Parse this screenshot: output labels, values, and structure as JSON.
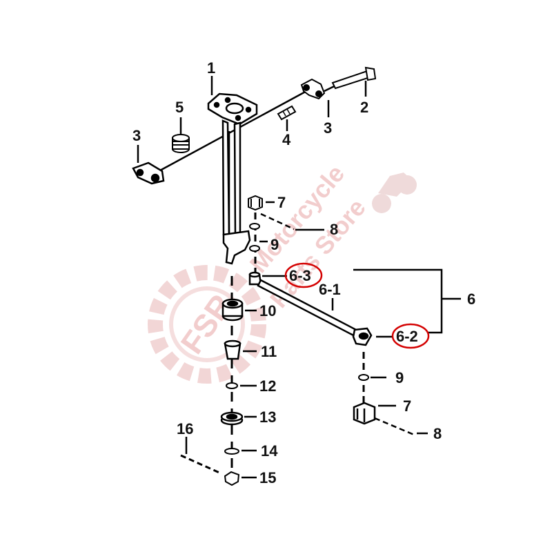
{
  "callouts": {
    "c1": "1",
    "c2": "2",
    "c3a": "3",
    "c3b": "3",
    "c4": "4",
    "c5": "5",
    "c6": "6",
    "c6_1": "6-1",
    "c6_2": "6-2",
    "c6_3": "6-3",
    "c7a": "7",
    "c7b": "7",
    "c8a": "8",
    "c8b": "8",
    "c9a": "9",
    "c9b": "9",
    "c10": "10",
    "c11": "11",
    "c12": "12",
    "c13": "13",
    "c14": "14",
    "c15": "15",
    "c16": "16"
  },
  "watermark": {
    "logo": "FSR",
    "line1": "Motorcycle",
    "line2": "Parts Store",
    "color": "#e9a6a6"
  },
  "highlight_color": "#d40000"
}
